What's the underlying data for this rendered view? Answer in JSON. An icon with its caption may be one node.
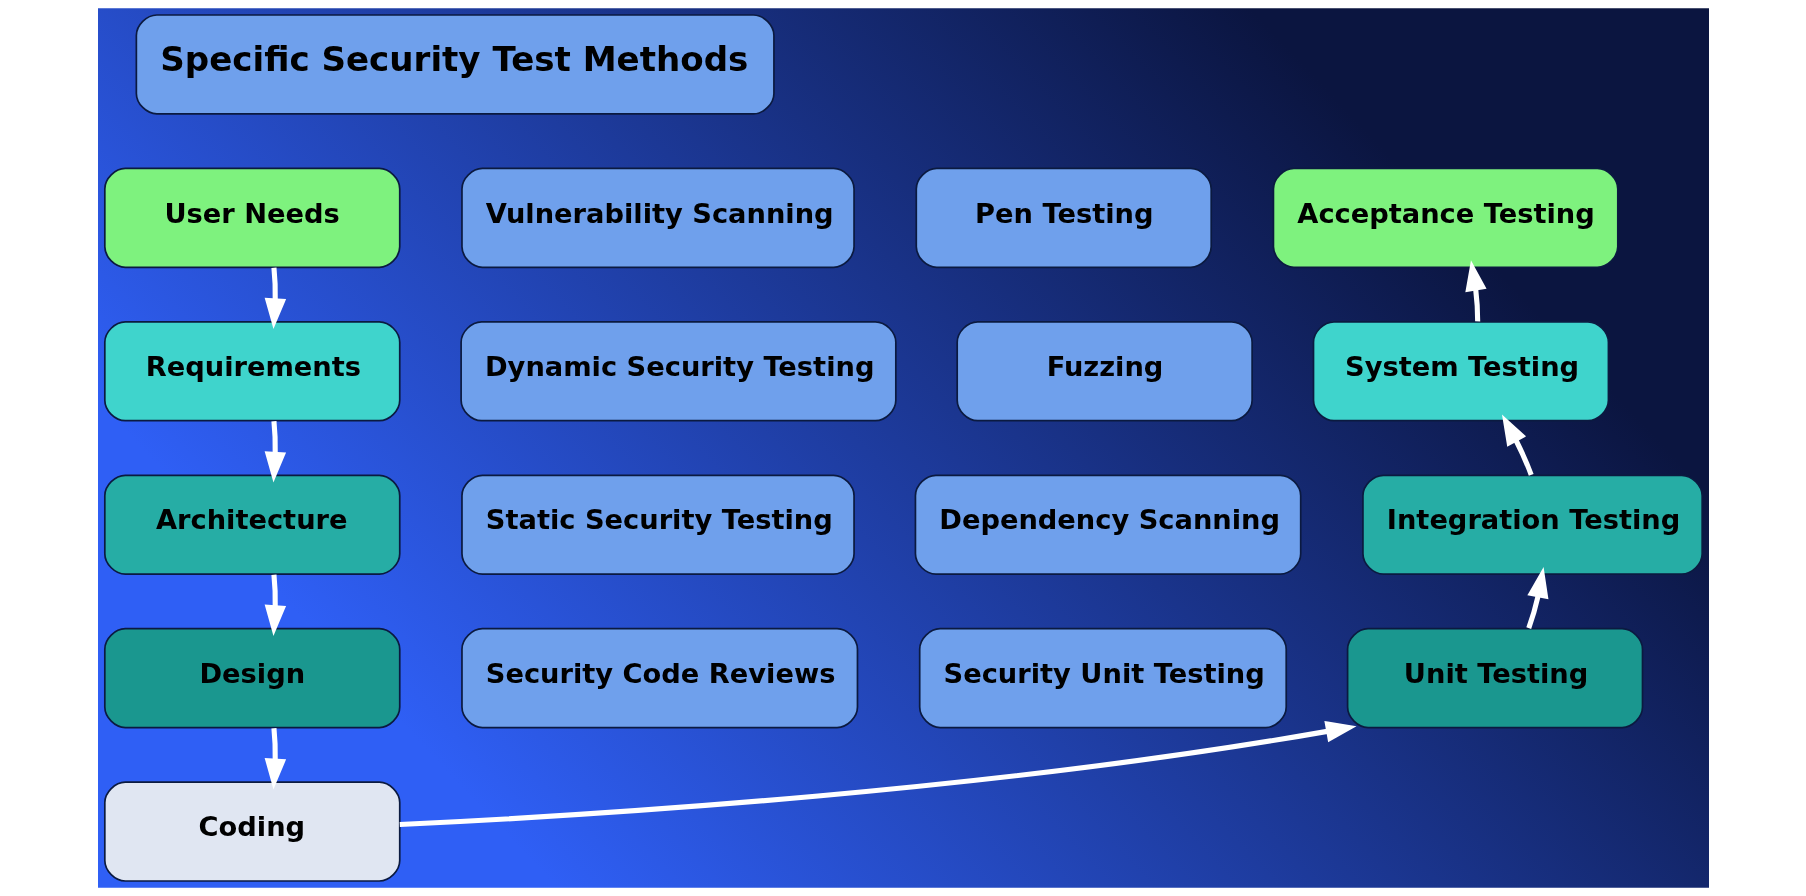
{
  "diagram": {
    "nodes": [
      {
        "text": [
          "Specific Security Test Methods"
        ]
      },
      {
        "text": [
          "User Needs"
        ]
      },
      {
        "text": [
          "Acceptance Testing"
        ]
      },
      {
        "text": [
          "Vulnerability Scanning"
        ]
      },
      {
        "text": [
          "Pen Testing"
        ]
      },
      {
        "text": [
          "Requirements"
        ]
      },
      {
        "text": [
          "System Testing"
        ]
      },
      {
        "text": [
          "Fuzzing"
        ]
      },
      {
        "text": [
          "Dynamic Security Testing"
        ]
      },
      {
        "text": [
          "Dependency Scanning"
        ]
      },
      {
        "text": [
          "Architecture"
        ]
      },
      {
        "text": [
          "Integration Testing"
        ]
      },
      {
        "text": [
          "Static Security Testing"
        ]
      },
      {
        "text": [
          "Design"
        ]
      },
      {
        "text": [
          "Security Code Reviews"
        ]
      },
      {
        "text": [
          "Security Unit Testing"
        ]
      },
      {
        "text": [
          "Unit Testing"
        ]
      },
      {
        "text": [
          "Coding"
        ]
      }
    ],
    "edges": [
      {
        "from": 1,
        "to": 5,
        "arrow": "to"
      },
      {
        "from": 5,
        "to": 10,
        "arrow": "to"
      },
      {
        "from": 10,
        "to": 13,
        "arrow": "to"
      },
      {
        "from": 13,
        "to": 17,
        "arrow": "to"
      },
      {
        "from": 17,
        "to": 16,
        "arrow": "to"
      },
      {
        "from": 16,
        "to": 11,
        "arrow": "to"
      },
      {
        "from": 11,
        "to": 6,
        "arrow": "to"
      },
      {
        "from": 6,
        "to": 2,
        "arrow": "to"
      }
    ]
  }
}
